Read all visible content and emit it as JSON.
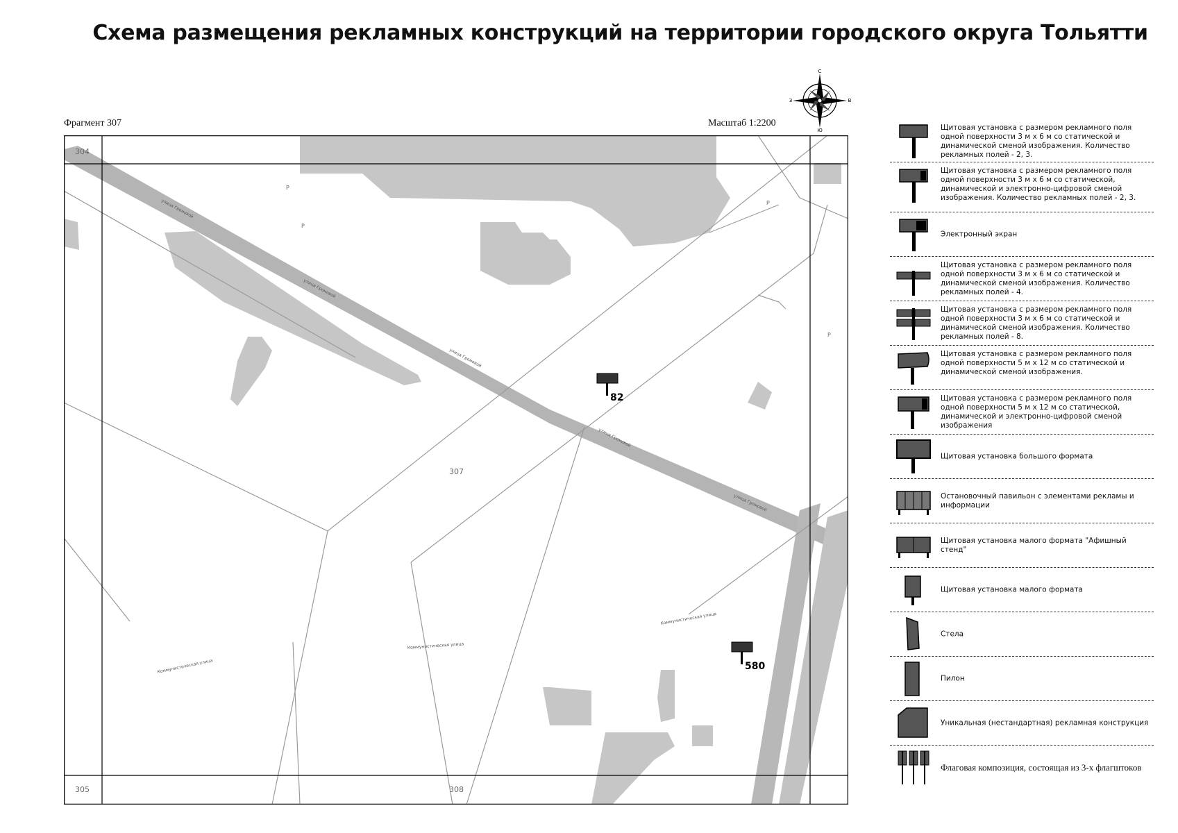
{
  "header": {
    "title": "Схема размещения рекламных конструкций на территории городского округа Тольятти"
  },
  "fragment_label": "Фрагмент 307",
  "scale_label": "Масштаб 1:2200",
  "compass": {
    "n": "С",
    "s": "Ю",
    "w": "З",
    "e": "В"
  },
  "map": {
    "grid_labels": {
      "top_left": "304",
      "center": "307",
      "bottom_left": "305",
      "bottom_mid": "308"
    },
    "markers": [
      {
        "number": "82"
      },
      {
        "number": "580"
      }
    ],
    "street_labels": [
      "улица Громовой",
      "улица Громовой",
      "улица Громовой",
      "улица Громовой",
      "улица Громовой",
      "Коммунистическая улица",
      "Коммунистическая улица",
      "Коммунистическая улица"
    ],
    "parking_label": "Р"
  },
  "legend": {
    "items": [
      {
        "icon": "billboard-3x6-icon",
        "text": "Щитовая установка с размером рекламного поля одной поверхности 3 м х 6 м со статической и динамической сменой изображения. Количество рекламных полей - 2, 3."
      },
      {
        "icon": "billboard-3x6-digital-icon",
        "text": "Щитовая установка с размером рекламного поля одной поверхности 3 м х 6 м со статической, динамической и электронно-цифровой сменой изображения. Количество рекламных полей - 2, 3."
      },
      {
        "icon": "electronic-screen-icon",
        "text": "Электронный экран"
      },
      {
        "icon": "billboard-4-fields-icon",
        "text": "Щитовая установка с размером рекламного поля одной поверхности 3 м х 6 м со статической и динамической сменой изображения. Количество рекламных полей - 4."
      },
      {
        "icon": "billboard-8-fields-icon",
        "text": "Щитовая установка с размером рекламного поля одной поверхности 3 м х 6 м со статической и динамической сменой изображения. Количество рекламных полей - 8."
      },
      {
        "icon": "billboard-5x12-icon",
        "text": "Щитовая установка с размером рекламного поля одной поверхности 5 м х 12 м со статической и динамической сменой изображения."
      },
      {
        "icon": "billboard-5x12-digital-icon",
        "text": "Щитовая установка с размером рекламного поля одной поверхности 5 м х 12 м со статической, динамической и электронно-цифровой сменой изображения"
      },
      {
        "icon": "large-format-billboard-icon",
        "text": "Щитовая установка большого формата"
      },
      {
        "icon": "bus-stop-pavilion-icon",
        "text": "Остановочный павильон с элементами рекламы и информации"
      },
      {
        "icon": "poster-stand-icon",
        "text": "Щитовая установка малого формата \"Афишный стенд\""
      },
      {
        "icon": "small-format-billboard-icon",
        "text": "Щитовая установка малого формата"
      },
      {
        "icon": "stele-icon",
        "text": "Стела"
      },
      {
        "icon": "pylon-icon",
        "text": "Пилон"
      },
      {
        "icon": "unique-construction-icon",
        "text": "Уникальная (нестандартная) рекламная конструкция"
      },
      {
        "icon": "flag-composition-icon",
        "text": "Флаговая композиция, состоящая из 3-х флагштоков"
      }
    ]
  },
  "colors": {
    "area": "#c6c6c6",
    "road": "#b4b4b4",
    "line": "#000000",
    "thin_line": "#9a9a9a"
  }
}
